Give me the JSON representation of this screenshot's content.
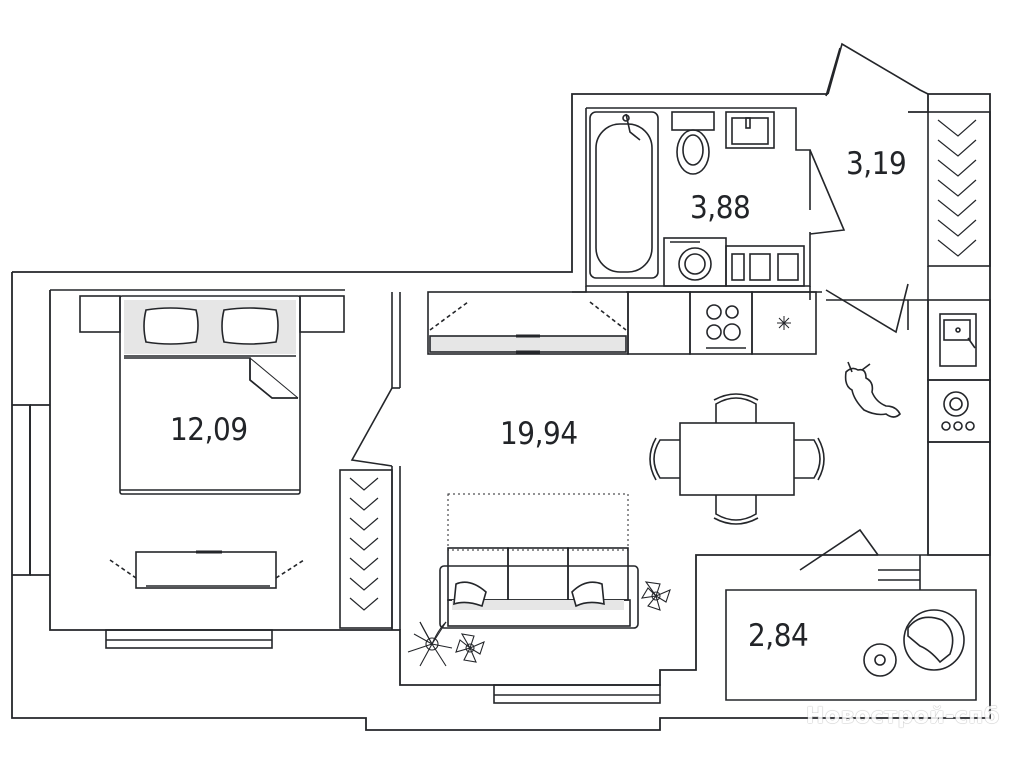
{
  "rooms": [
    {
      "id": "bedroom",
      "area": "12,09"
    },
    {
      "id": "living-kitchen",
      "area": "19,94"
    },
    {
      "id": "bathroom",
      "area": "3,88"
    },
    {
      "id": "hallway",
      "area": "3,19"
    },
    {
      "id": "balcony",
      "area": "2,84"
    }
  ],
  "watermark": "Новострой-спб",
  "colors": {
    "wall": "#1f2023",
    "line": "#2a2c30",
    "fill": "#e6e6e6",
    "background": "#ffffff"
  },
  "icons": [
    "bed",
    "pillow",
    "bathtub",
    "toilet",
    "sink",
    "washing-machine",
    "stove",
    "kitchen-sink",
    "dining-table",
    "chair",
    "sofa",
    "plant",
    "dog",
    "armchair",
    "wardrobe",
    "tv-stand",
    "door"
  ]
}
